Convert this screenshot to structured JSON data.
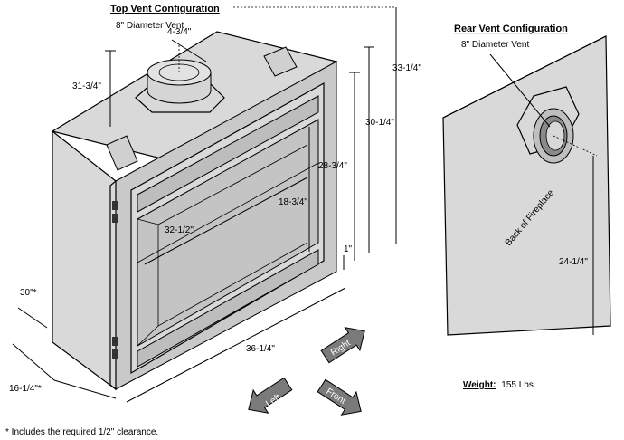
{
  "top_vent": {
    "title": "Top Vent Configuration",
    "subtitle": "8\" Diameter Vent"
  },
  "rear_vent": {
    "title": "Rear Vent Configuration",
    "subtitle": "8\" Diameter Vent",
    "back_label": "Back of Fireplace"
  },
  "dimensions": {
    "vent_offset": "4-3/4\"",
    "vent_height": "31-3/4\"",
    "overall_height": "33-1/4\"",
    "height_30": "30-1/4\"",
    "height_28": "28-3/4\"",
    "opening_height": "18-3/4\"",
    "opening_width": "32-1/2\"",
    "base_gap": "1\"",
    "width": "36-1/4\"",
    "depth_30": "30\"*",
    "depth_16": "16-1/4\"*",
    "rear_vent_height": "24-1/4\""
  },
  "directions": {
    "right": "Right",
    "left": "Left",
    "front": "Front"
  },
  "weight": {
    "label": "Weight:",
    "value": "155 Lbs."
  },
  "footnote": "* Includes the required 1/2\" clearance.",
  "colors": {
    "body": "#d9d9d9",
    "frame": "#c9c9c9",
    "arrow": "#7a7a7a"
  }
}
